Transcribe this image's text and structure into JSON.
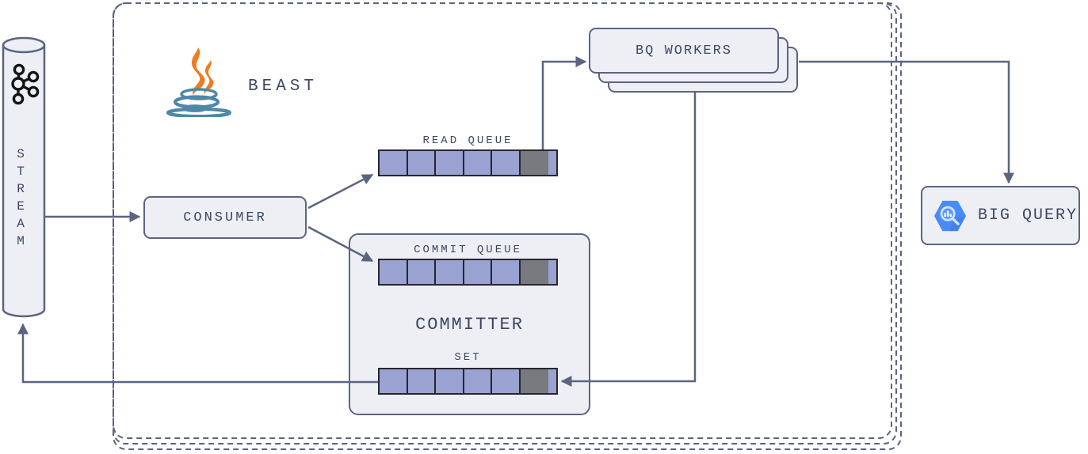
{
  "colors": {
    "accent_slate": "#5b6480",
    "box_fill": "#edeff5",
    "text": "#3d4760",
    "queue_cell_fill": "#99a2d0",
    "queue_cell_tail_fill": "#797a7f",
    "queue_cell_border": "#26262e",
    "kafka_black": "#141414",
    "java_orange": "#f07c1e",
    "java_blue": "#4e87a8",
    "bigquery_blue": "#4a8af5"
  },
  "diagram": {
    "beast_label": "BEAST",
    "stream": {
      "label": "STREAM",
      "icon": "kafka-icon"
    },
    "consumer": {
      "label": "CONSUMER"
    },
    "read_queue": {
      "label": "READ QUEUE",
      "cells": 6,
      "filled": 5
    },
    "committer": {
      "label": "COMMITTER",
      "commit_queue": {
        "label": "COMMIT QUEUE",
        "cells": 6,
        "filled": 5
      },
      "set_queue": {
        "label": "SET",
        "cells": 6,
        "filled": 5
      }
    },
    "bq_workers": {
      "label": "BQ WORKERS",
      "stack_count": 3
    },
    "big_query": {
      "label": "BIG QUERY",
      "icon": "bigquery-icon"
    }
  }
}
